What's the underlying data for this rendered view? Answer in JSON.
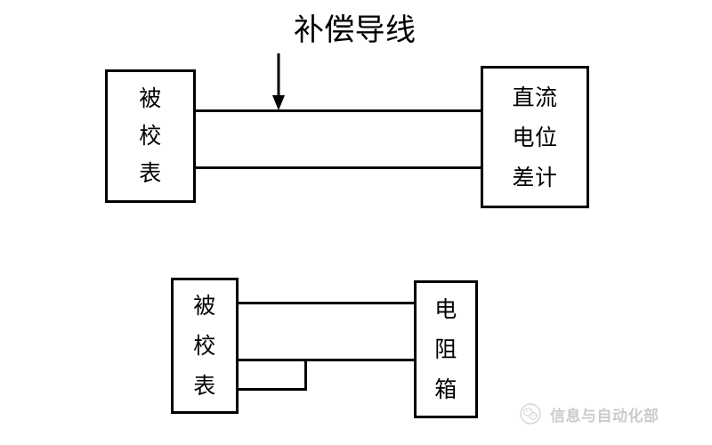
{
  "diagram": {
    "title_callout": {
      "label": "补偿导线",
      "arrow_icon": "down-arrow-icon"
    },
    "top_circuit": {
      "left_block": {
        "name": "被校表",
        "lines": [
          "被",
          "校",
          "表"
        ]
      },
      "right_block": {
        "name": "直流电位差计",
        "lines": [
          "直流",
          "电位",
          "差计"
        ]
      },
      "wires": [
        "upper-lead",
        "lower-lead"
      ]
    },
    "bottom_circuit": {
      "left_block": {
        "name": "被校表",
        "lines": [
          "被",
          "校",
          "表"
        ]
      },
      "right_block": {
        "name": "电阻箱",
        "lines": [
          "电",
          "阻",
          "箱"
        ]
      },
      "wires": [
        "upper-lead",
        "middle-lead",
        "short-link-lead",
        "vertical-jumper"
      ]
    }
  },
  "watermark": {
    "text": "信息与自动化部",
    "logo_icon": "wechat-logo-icon"
  },
  "colors": {
    "stroke": "#000000",
    "background": "#ffffff",
    "watermark_text": "#555555"
  }
}
